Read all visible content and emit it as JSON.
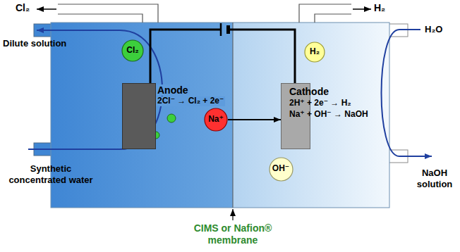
{
  "diagram": {
    "nodes": [
      {
        "text": [
          "Cl₂"
        ]
      },
      {
        "text": [
          "H₂"
        ]
      },
      {
        "text": [
          "Anode",
          "2Cl⁻ → Cl₂ + 2e⁻"
        ]
      },
      {
        "text": [
          "Cathode",
          "2H⁺ + 2e⁻ → H₂",
          "Na⁺ + OH⁻ → NaOH"
        ]
      },
      {
        "text": [
          "Na⁺"
        ]
      },
      {
        "text": [
          "OH⁻"
        ]
      }
    ],
    "edges": [
      {
        "from": 2,
        "to": 3,
        "arrow": "none"
      },
      {
        "from": 4,
        "to": 3,
        "arrow": "to"
      }
    ],
    "labels": [
      "Cl₂",
      "H₂",
      "Dilute solution",
      "H₂O",
      "Synthetic concentrated water",
      "NaOH solution",
      "CIMS or Nafion® membrane"
    ]
  }
}
